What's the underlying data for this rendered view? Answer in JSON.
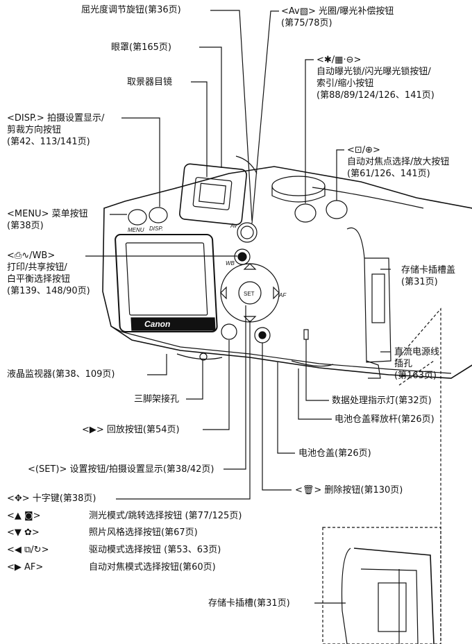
{
  "labels": {
    "diopter": "屈光度调节旋钮(第36页)",
    "eyecup": "眼罩(第165页)",
    "eyepiece": "取景器目镜",
    "disp_1": "<DISP.> 拍摄设置显示/",
    "disp_2": "剪裁方向按钮",
    "disp_3": "(第42、113/141页)",
    "menu_1": "<MENU> 菜单按钮",
    "menu_2": "(第38页)",
    "print_key": "<⎙∿/WB>",
    "print_1": "打印/共享按钮/",
    "print_2": "白平衡选择按钮",
    "print_3": "(第139、148/90页)",
    "lcd": "液晶监视器(第38、109页)",
    "tripod": "三脚架接孔",
    "playback": "<▶> 回放按钮(第54页)",
    "set": "<(SET)> 设置按钮/拍摄设置显示(第38/42页)",
    "av_1": "<Av▧> 光圈/曝光补偿按钮",
    "av_2": "(第75/78页)",
    "ael_key": "<✱/▦·⊖>",
    "ael_1": "自动曝光锁/闪光曝光锁按钮/",
    "ael_2": "索引/缩小按钮",
    "ael_3": "(第88/89/124/126、141页)",
    "af_key": "<⊡/⊕>",
    "af_1": "自动对焦点选择/放大按钮",
    "af_2": "(第61/126、141页)",
    "card_cover_1": "存储卡插槽盖",
    "card_cover_2": "(第31页)",
    "dc_1": "直流电源线",
    "dc_2": "插孔",
    "dc_3": "(第163页)",
    "access_lamp": "数据处理指示灯(第32页)",
    "battery_lever": "电池仓盖释放杆(第26页)",
    "battery_cover": "电池仓盖(第26页)",
    "erase": "<🗑> 删除按钮(第130页)",
    "card_slot": "存储卡插槽(第31页)"
  },
  "cross_keys": [
    {
      "key": "<✥> 十字键(第38页)",
      "desc": ""
    },
    {
      "key": "<▲ ◙>",
      "desc": "测光模式/跳转选择按钮 (第77/125页)"
    },
    {
      "key": "<▼ ✿>",
      "desc": "照片风格选择按钮(第67页)"
    },
    {
      "key": "<◀ ⧉/↻>",
      "desc": "驱动模式选择按钮 (第53、63页)"
    },
    {
      "key": "<▶ AF>",
      "desc": "自动对焦模式选择按钮(第60页)"
    }
  ],
  "camera_text": {
    "brand": "Canon",
    "menu": "MENU",
    "disp": "DISP.",
    "av": "Av",
    "wb": "WB",
    "af": "AF",
    "set": "SET"
  }
}
